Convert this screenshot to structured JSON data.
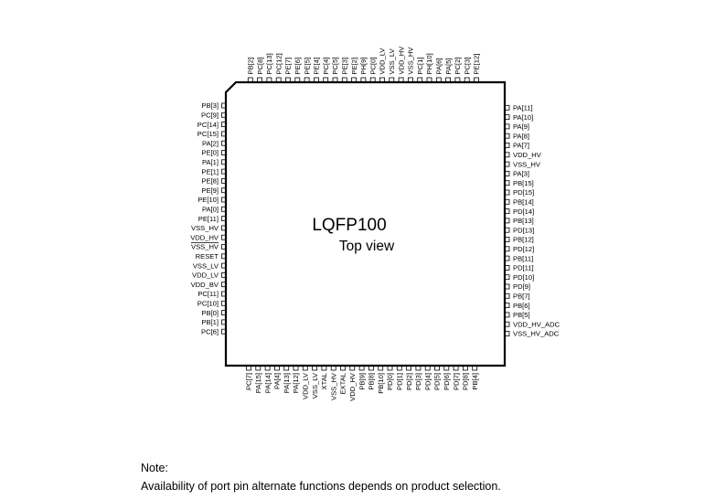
{
  "package": {
    "name": "LQFP100",
    "view": "Top view"
  },
  "pins": {
    "left": [
      "PB[3]",
      "PC[9]",
      "PC[14]",
      "PC[15]",
      "PA[2]",
      "PE[0]",
      "PA[1]",
      "PE[1]",
      "PE[8]",
      "PE[9]",
      "PE[10]",
      "PA[0]",
      "PE[11]",
      "VSS_HV",
      "VDD_HV",
      "VSS_HV",
      "RESET",
      "VSS_LV",
      "VDD_LV",
      "VDD_BV",
      "PC[11]",
      "PC[10]",
      "PB[0]",
      "PB[1]",
      "PC[6]"
    ],
    "bottom": [
      "PC[7]",
      "PA[15]",
      "PA[14]",
      "PA[4]",
      "PA[13]",
      "PA[12]",
      "VDD_LV",
      "VSS_LV",
      "XTAL",
      "VSS_HV",
      "EXTAL",
      "VDD_HV",
      "PB[9]",
      "PB[8]",
      "PB[10]",
      "PD[0]",
      "PD[1]",
      "PD[2]",
      "PD[3]",
      "PD[4]",
      "PD[5]",
      "PD[6]",
      "PD[7]",
      "PD[8]",
      "PB[4]"
    ],
    "right": [
      "VSS_HV_ADC",
      "VDD_HV_ADC",
      "PB[5]",
      "PB[6]",
      "PB[7]",
      "PD[9]",
      "PD[10]",
      "PD[11]",
      "PB[11]",
      "PD[12]",
      "PB[12]",
      "PD[13]",
      "PB[13]",
      "PD[14]",
      "PB[14]",
      "PD[15]",
      "PB[15]",
      "PA[3]",
      "VSS_HV",
      "VDD_HV",
      "PA[7]",
      "PA[8]",
      "PA[9]",
      "PA[10]",
      "PA[11]"
    ],
    "top": [
      "PE[12]",
      "PC[3]",
      "PC[2]",
      "PA[5]",
      "PA[6]",
      "PH[10]",
      "PC[1]",
      "VSS_HV",
      "VDD_HV",
      "VSS_LV",
      "VDD_LV",
      "PC[0]",
      "PH[9]",
      "PE[2]",
      "PE[3]",
      "PC[5]",
      "PC[4]",
      "PE[4]",
      "PE[5]",
      "PE[6]",
      "PE[7]",
      "PC[12]",
      "PC[13]",
      "PC[8]",
      "PB[2]"
    ],
    "overlined": [
      16
    ]
  },
  "note": {
    "heading": "Note:",
    "text": "Availability of port pin alternate functions depends on product selection."
  }
}
